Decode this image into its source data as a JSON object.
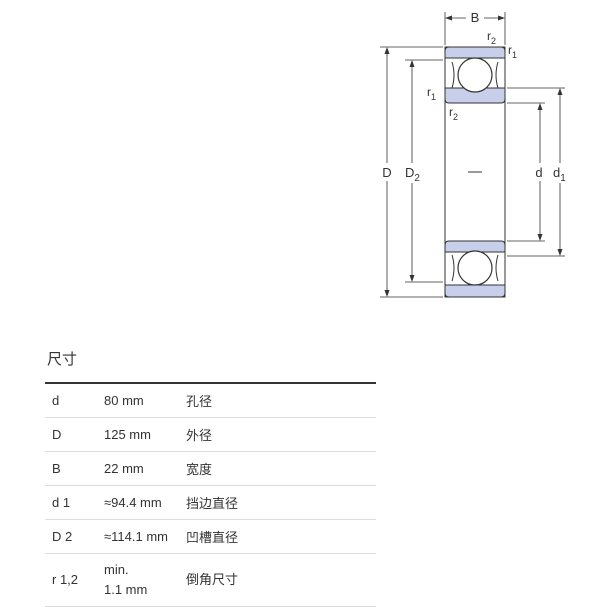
{
  "diagram": {
    "labels": {
      "B": "B",
      "r2_top_base": "r",
      "r2_top_sub": "2",
      "r1_top_base": "r",
      "r1_top_sub": "1",
      "r1_left_base": "r",
      "r1_left_sub": "1",
      "r2_low_base": "r",
      "r2_low_sub": "2",
      "D": "D",
      "D2_base": "D",
      "D2_sub": "2",
      "d": "d",
      "d1_base": "d",
      "d1_sub": "1"
    },
    "colors": {
      "ring_fill": "#c7cfea",
      "line": "#333333",
      "ball_fill": "#ffffff"
    }
  },
  "section": {
    "title": "尺寸"
  },
  "table": {
    "rows": [
      {
        "symbol": "d",
        "value": "80 mm",
        "desc": "孔径"
      },
      {
        "symbol": "D",
        "value": "125 mm",
        "desc": "外径"
      },
      {
        "symbol": "B",
        "value": "22 mm",
        "desc": "宽度"
      },
      {
        "symbol": "d 1",
        "value": "≈94.4 mm",
        "desc": "挡边直径"
      },
      {
        "symbol": "D 2",
        "value": "≈114.1 mm",
        "desc": "凹槽直径"
      },
      {
        "symbol": "r 1,2",
        "value_line1": "min.",
        "value_line2": "1.1 mm",
        "desc": "倒角尺寸"
      }
    ]
  }
}
